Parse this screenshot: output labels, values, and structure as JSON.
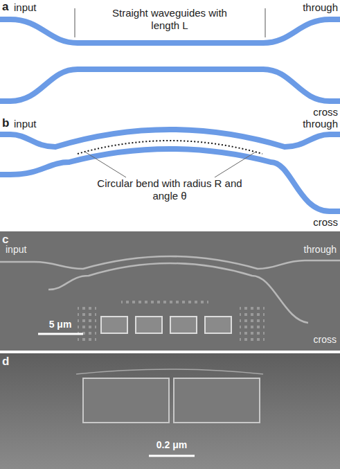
{
  "diagram": {
    "labels": [
      "a",
      "input",
      "Straight waveguides with length L",
      "through",
      "cross",
      "b",
      "input",
      "through",
      "Circular bend with radius R and angle θ",
      "cross",
      "c",
      "input",
      "through",
      "5 μm",
      "cross",
      "d",
      "0.2 μm"
    ]
  }
}
